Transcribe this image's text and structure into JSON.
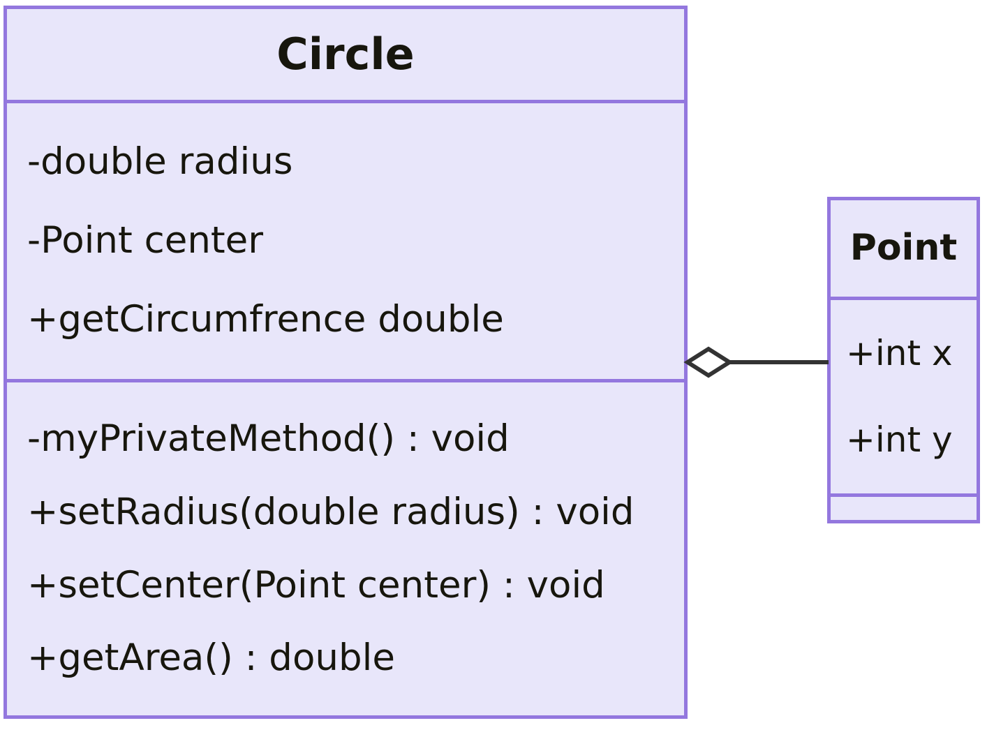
{
  "diagram": {
    "type": "uml-class-diagram",
    "background_color": "#ffffff",
    "class_fill_color": "#e8e6fa",
    "class_border_color": "#9377de",
    "text_color": "#17160d",
    "connector_color": "#333333"
  },
  "classes": [
    {
      "id": "circle",
      "name": "Circle",
      "attributes": [
        "-double radius",
        "-Point center",
        "+getCircumfrence double"
      ],
      "methods": [
        "-myPrivateMethod() : void",
        "+setRadius(double radius) : void",
        "+setCenter(Point center) : void",
        "+getArea() : double"
      ]
    },
    {
      "id": "point",
      "name": "Point",
      "attributes": [
        "+int x",
        "+int y"
      ],
      "methods": []
    }
  ],
  "relationships": [
    {
      "id": "circle-point-aggregation",
      "kind": "aggregation",
      "marker": "hollow-diamond",
      "source": "Circle",
      "target": "Point",
      "label": ""
    }
  ]
}
